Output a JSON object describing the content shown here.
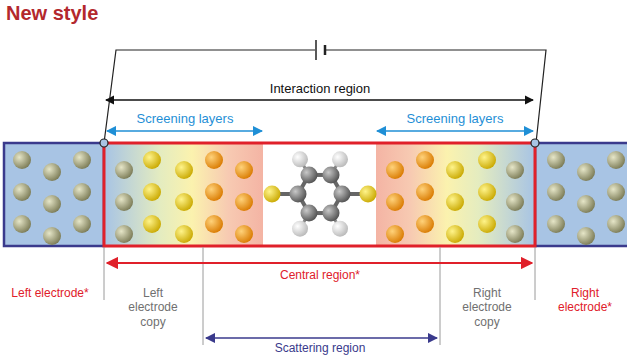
{
  "diagram": {
    "title": "New style",
    "labels": [
      "Interaction region",
      "Screening layers",
      "Screening layers",
      "Central region*",
      "Left electrode*",
      "Left electrode copy",
      "Right electrode copy",
      "Right electrode*",
      "Scattering region"
    ]
  }
}
